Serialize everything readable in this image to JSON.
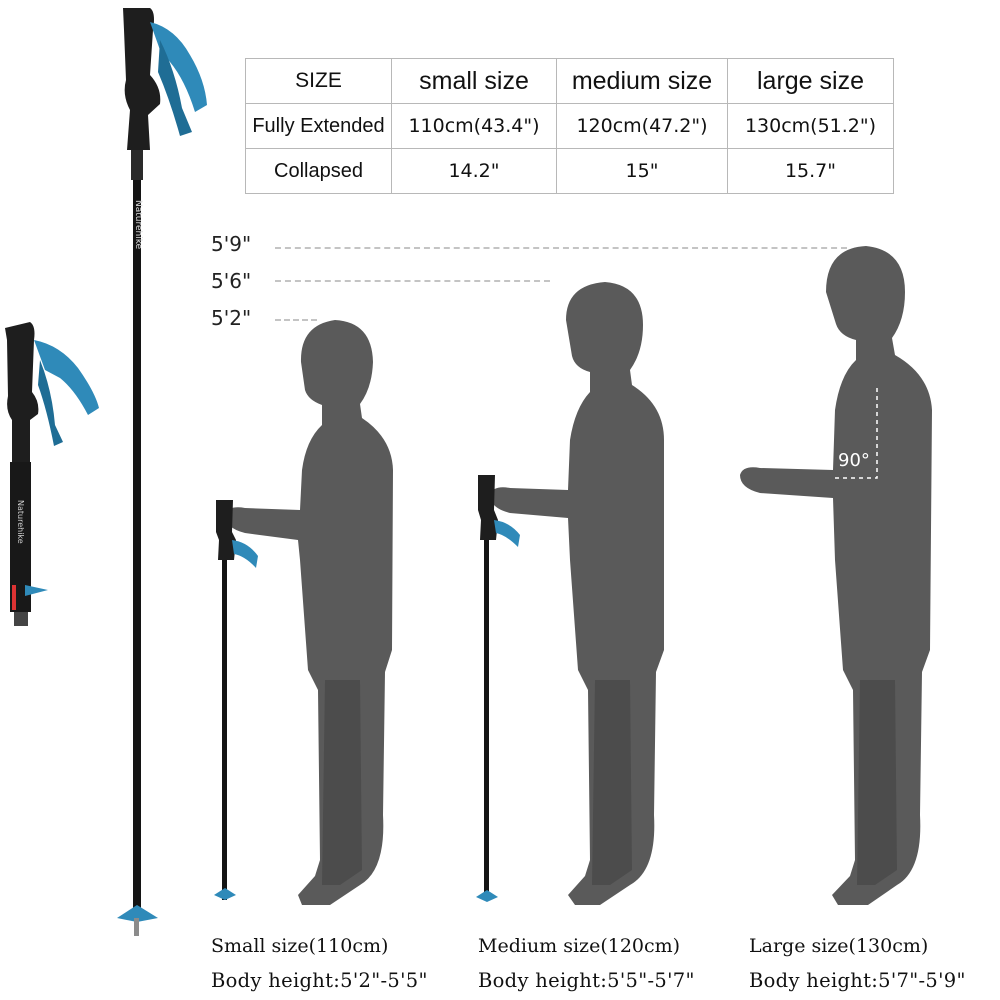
{
  "table": {
    "corner_label": "SIZE",
    "columns": [
      "small size",
      "medium size",
      "large size"
    ],
    "rows": [
      {
        "label": "Fully Extended",
        "values": [
          "110cm(43.4\")",
          "120cm(47.2\")",
          "130cm(51.2\")"
        ]
      },
      {
        "label": "Collapsed",
        "values": [
          "14.2\"",
          "15\"",
          "15.7\""
        ]
      }
    ]
  },
  "height_markers": [
    "5'9\"",
    "5'6\"",
    "5'2\""
  ],
  "angle_label": "90°",
  "captions": [
    {
      "name": "Small size(110cm)",
      "body": "Body height:5'2\"-5'5\""
    },
    {
      "name": "Medium size(120cm)",
      "body": "Body height:5'5\"-5'7\""
    },
    {
      "name": "Large size(130cm)",
      "body": "Body height:5'7\"-5'9\""
    }
  ],
  "pole_brand_text": "Naturehike",
  "colors": {
    "silhouette": "#5a5a5a",
    "strap": "#2f8ab9",
    "pole": "#141414",
    "grip": "#1e1e1e"
  }
}
